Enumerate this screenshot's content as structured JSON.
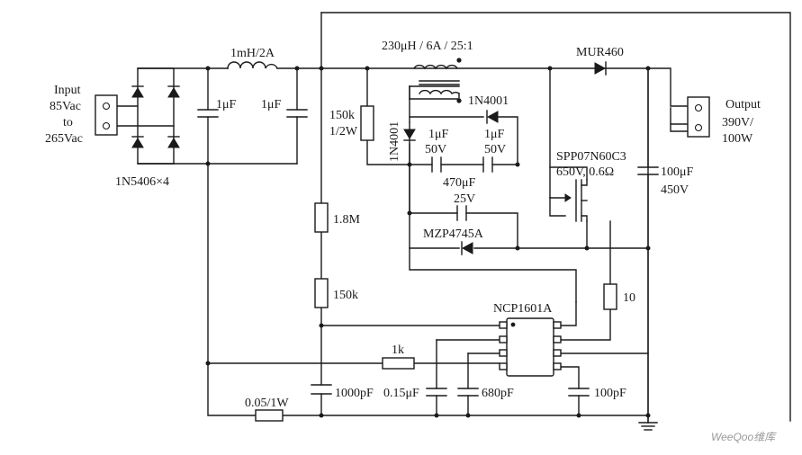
{
  "labels": {
    "input_1": "Input",
    "input_2": "85Vac",
    "input_3": "to",
    "input_4": "265Vac",
    "bridge": "1N5406×4",
    "inductor": "1mH/2A",
    "cap_in1": "1μF",
    "cap_in2": "1μF",
    "transformer": "230μH / 6A / 25:1",
    "diode_out": "MUR460",
    "output_1": "Output",
    "output_2": "390V/",
    "output_3": "100W",
    "r_start_1": "150k",
    "r_start_2": "1/2W",
    "diode_1n4001_v": "1N4001",
    "diode_1n4001_h": "1N4001",
    "cap_a_1": "1μF",
    "cap_a_2": "50V",
    "cap_b_1": "1μF",
    "cap_b_2": "50V",
    "cap_470_1": "470μF",
    "cap_470_2": "25V",
    "zener": "MZP4745A",
    "mosfet_1": "SPP07N60C3",
    "mosfet_2": "650V, 0.6Ω",
    "cap_out_1": "100μF",
    "cap_out_2": "450V",
    "r_1_8m": "1.8M",
    "r_150k_div": "150k",
    "r_gate": "10",
    "ic": "NCP1601A",
    "r_1k": "1k",
    "r_sense": "0.05/1W",
    "c_1000p": "1000pF",
    "c_015u": "0.15μF",
    "c_680p": "680pF",
    "c_100p": "100pF"
  },
  "watermark": "WeeQoo维库"
}
